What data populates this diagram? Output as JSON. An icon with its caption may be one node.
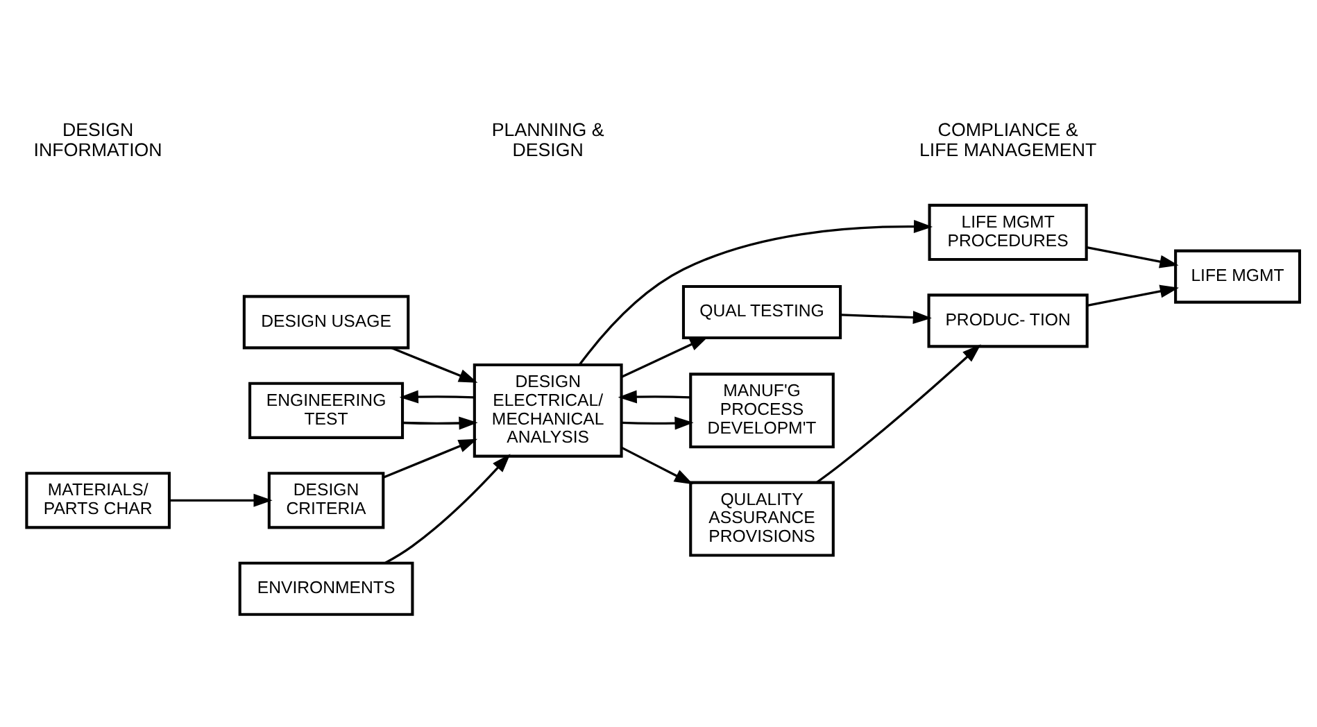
{
  "diagram": {
    "nodes": [
      {
        "text": [
          "DESIGN USAGE"
        ]
      },
      {
        "text": [
          "ENGINEERING TEST"
        ]
      },
      {
        "text": [
          "LIFE MGMT PROCEDURES"
        ]
      },
      {
        "text": [
          "MATERIALS/ PARTS CHAR"
        ]
      },
      {
        "text": [
          "DESIGN CRITERIA"
        ]
      },
      {
        "text": [
          "DESIGN ELECTRICAL/ MECHANICAL ANALYSIS"
        ]
      },
      {
        "text": [
          "QUAL TESTING"
        ]
      },
      {
        "text": [
          "PRODUC- TION"
        ]
      },
      {
        "text": [
          "LIFE MGMT"
        ]
      },
      {
        "text": [
          "ENVIRONMENTS"
        ]
      },
      {
        "text": [
          "MANUF'G PROCESS DEVELOPM'T"
        ]
      },
      {
        "text": [
          "QULALITY ASSURANCE PROVISIONS"
        ]
      }
    ],
    "edges": [
      {
        "from": 0,
        "to": 5,
        "arrow": "to"
      },
      {
        "from": 1,
        "to": 5,
        "arrow": "to"
      },
      {
        "from": 5,
        "to": 1,
        "arrow": "to"
      },
      {
        "from": 3,
        "to": 4,
        "arrow": "to"
      },
      {
        "from": 4,
        "to": 5,
        "arrow": "to"
      },
      {
        "from": 9,
        "to": 5,
        "arrow": "to"
      },
      {
        "from": 5,
        "to": 10,
        "arrow": "to"
      },
      {
        "from": 10,
        "to": 5,
        "arrow": "to"
      },
      {
        "from": 5,
        "to": 2,
        "arrow": "to"
      },
      {
        "from": 5,
        "to": 6,
        "arrow": "to"
      },
      {
        "from": 5,
        "to": 11,
        "arrow": "to"
      },
      {
        "from": 6,
        "to": 7,
        "arrow": "to"
      },
      {
        "from": 7,
        "to": 8,
        "arrow": "to"
      },
      {
        "from": 2,
        "to": 8,
        "arrow": "to"
      },
      {
        "from": 11,
        "to": 7,
        "arrow": "to"
      }
    ],
    "labels": [
      "DESIGN INFORMATION",
      "PLANNING & DESIGN",
      "COMPLIANCE & LIFE MANAGEMENT"
    ]
  }
}
